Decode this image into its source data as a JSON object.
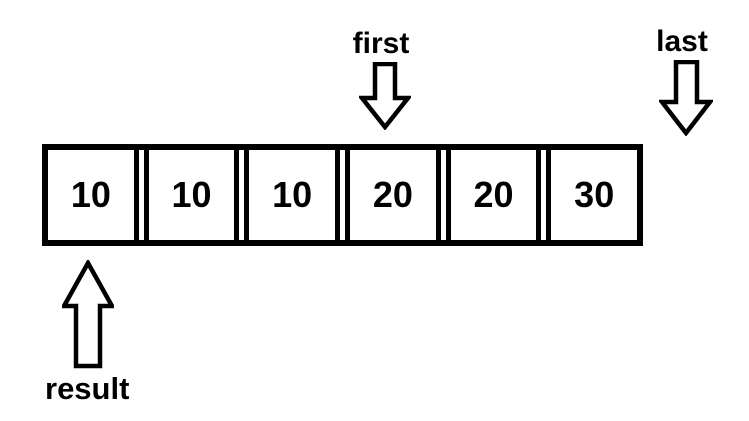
{
  "array": {
    "cells": [
      "10",
      "10",
      "10",
      "20",
      "20",
      "30"
    ]
  },
  "pointers": {
    "first": {
      "label": "first",
      "direction": "down",
      "target": "cell-index-3"
    },
    "last": {
      "label": "last",
      "direction": "down",
      "target": "past-the-end"
    },
    "result": {
      "label": "result",
      "direction": "up",
      "target": "cell-index-0"
    }
  },
  "colors": {
    "line": "#000000",
    "background": "#ffffff",
    "arrow_fill": "#ffffff"
  }
}
